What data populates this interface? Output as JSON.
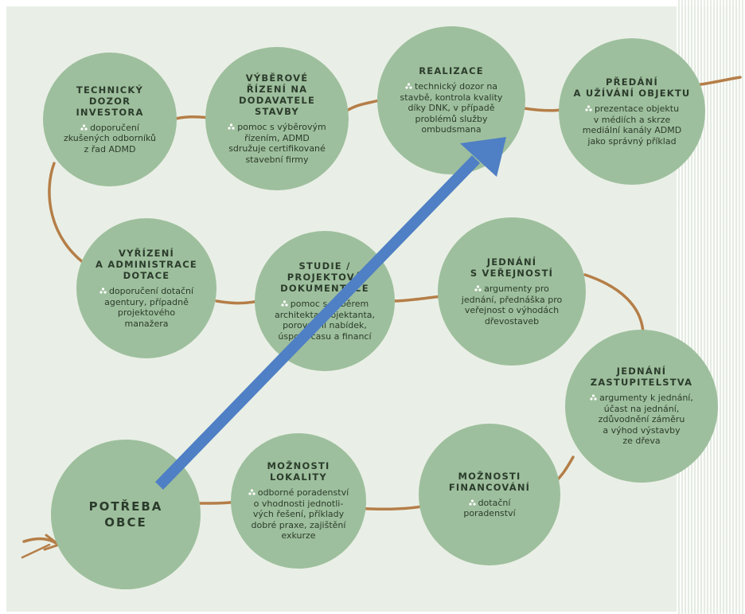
{
  "colors": {
    "background": "#e9efe6",
    "node_fill": "#9ebf9d",
    "node_text": "#2b3c2c",
    "path": "#b57e48",
    "arrow": "#4f7fc4"
  },
  "nodes": {
    "technicky_dozor": {
      "title": "TECHNICKÝ\nDOZOR INVESTORA",
      "desc": "doporučení\nzkušených odborníků\nz řad ADMD"
    },
    "vyberove_rizeni": {
      "title": "VÝBĚROVÉ\nŘÍZENÍ NA\nDODAVATELE STAVBY",
      "desc": "pomoc s výběrovým\nřízením, ADMD\nsdružuje certifikované\nstavební firmy"
    },
    "realizace": {
      "title": "REALIZACE",
      "desc": "technický dozor na\nstavbě, kontrola kvality\ndíky DNK, v případě\nproblémů služby\nombudsmana"
    },
    "predani": {
      "title": "PŘEDÁNÍ\nA UŽÍVÁNÍ OBJEKTU",
      "desc": "prezentace objektu\nv médiích a skrze\nmediální kanály ADMD\njako správný příklad"
    },
    "vyrizeni_dotace": {
      "title": "VYŘÍZENÍ\nA ADMINISTRACE\nDOTACE",
      "desc": "doporučení dotační\nagentury, případně\nprojektového\nmanažera"
    },
    "studie": {
      "title": "STUDIE /\nPROJEKTOVÁ\nDOKUMENTACE",
      "desc": "pomoc s výběrem\narchitekta/projektanta,\nporovnání nabídek,\núspora času a financí"
    },
    "jednani_verejnost": {
      "title": "JEDNÁNÍ\nS VEŘEJNOSTÍ",
      "desc": "argumenty pro\njednání, přednáška pro\nveřejnost o výhodách\ndřevostaveb"
    },
    "jednani_zastupitelstva": {
      "title": "JEDNÁNÍ\nZASTUPITELSTVA",
      "desc": "argumenty k jednání,\núčast na jednání,\nzdůvodnění záměru\na výhod výstavby\nze dřeva"
    },
    "potreba_obce": {
      "title": "POTŘEBA\nOBCE"
    },
    "moznosti_lokality": {
      "title": "MOŽNOSTI\nLOKALITY",
      "desc": "odborné poradenství\no vhodnosti jednotli-\nvých řešení, příklady\ndobré praxe, zajištění\nexkurze"
    },
    "moznosti_financovani": {
      "title": "MOŽNOSTI\nFINANCOVÁNÍ",
      "desc": "dotační\nporadenství"
    }
  }
}
